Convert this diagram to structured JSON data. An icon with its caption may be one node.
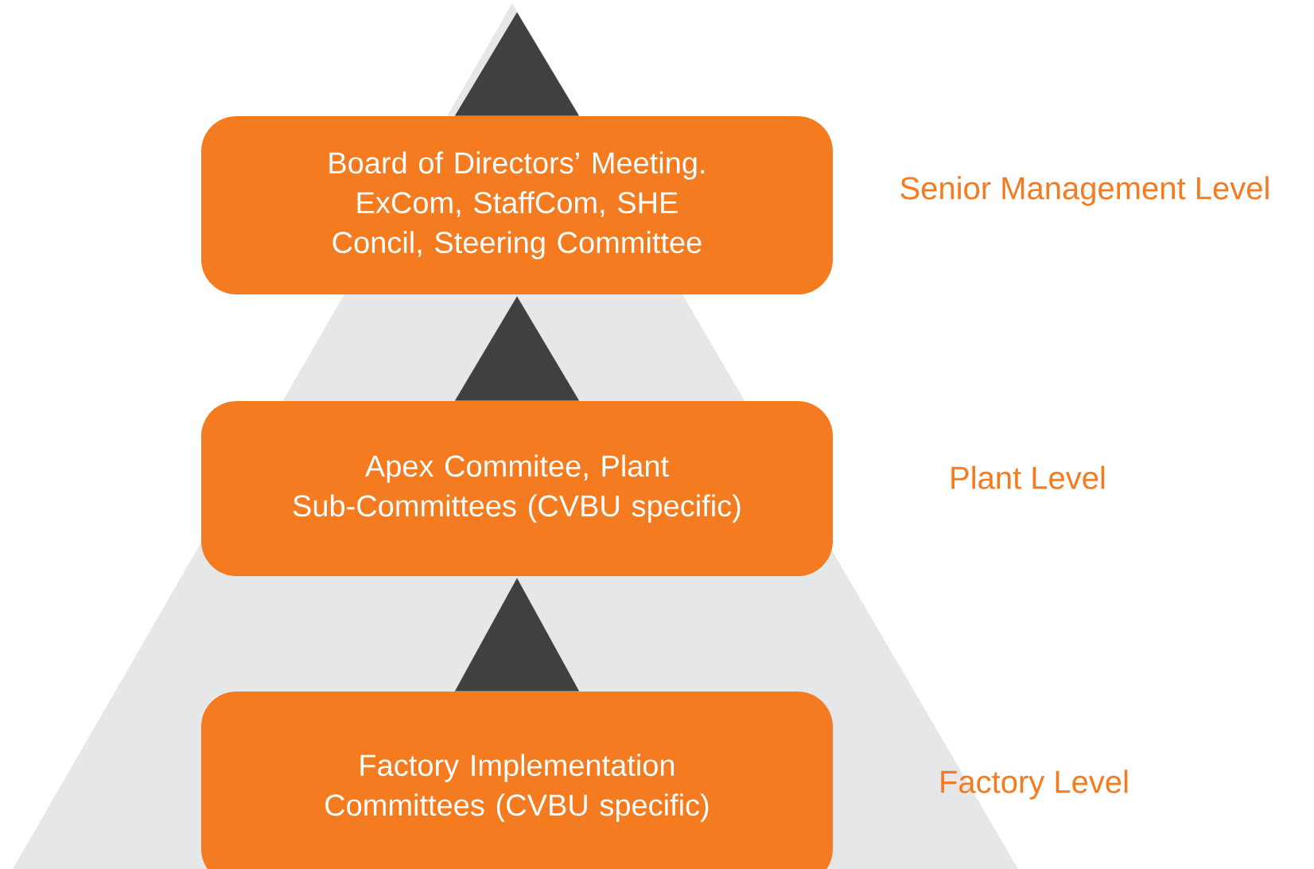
{
  "diagram": {
    "nodes": [
      {
        "text": [
          "Board of Directors’ Meeting. ExCom, StaffCom, SHE Concil, Steering Committee"
        ],
        "beside": [
          "Senior Management Level"
        ]
      },
      {
        "text": [
          "Apex Commitee, Plant Sub-Committees (CVBU specific)"
        ],
        "beside": [
          "Plant Level"
        ]
      },
      {
        "text": [
          "Factory Implementation Committees (CVBU specific)"
        ],
        "beside": [
          "Factory Level"
        ]
      }
    ],
    "edges": [
      {
        "from": 0,
        "to": null,
        "arrow": "to"
      },
      {
        "from": 1,
        "to": 0,
        "arrow": "to"
      },
      {
        "from": 2,
        "to": 1,
        "arrow": "to"
      }
    ]
  }
}
